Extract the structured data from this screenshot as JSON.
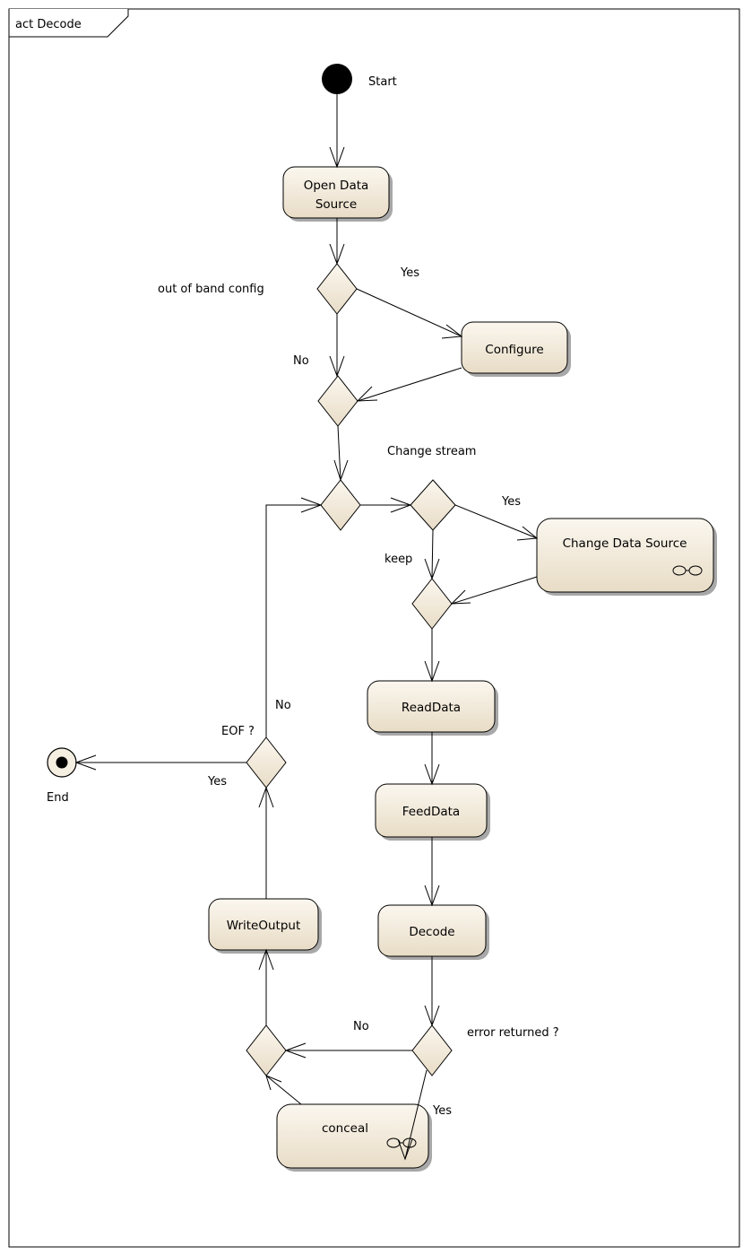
{
  "frame": {
    "title": "act Decode"
  },
  "colors": {
    "node_fill_light": "#fbf7ef",
    "node_fill_dark": "#e8dcc6",
    "shadow": "#a8a8a8",
    "stroke": "#000000",
    "start_fill": "#000000"
  },
  "nodes": {
    "start": "Start",
    "end": "End",
    "open_line1": "Open Data",
    "open_line2": "Source",
    "configure": "Configure",
    "change_source": "Change Data Source",
    "read": "ReadData",
    "feed": "FeedData",
    "decode": "Decode",
    "write": "WriteOutput",
    "conceal": "conceal"
  },
  "labels": {
    "oob": "out of band config",
    "oob_yes": "Yes",
    "oob_no": "No",
    "change_stream": "Change stream",
    "change_yes": "Yes",
    "keep": "keep",
    "eof": "EOF ?",
    "eof_no": "No",
    "eof_yes": "Yes",
    "error_returned": "error returned ?",
    "error_no": "No",
    "error_yes": "Yes"
  },
  "icons": {
    "subactivity": "rake-icon"
  }
}
